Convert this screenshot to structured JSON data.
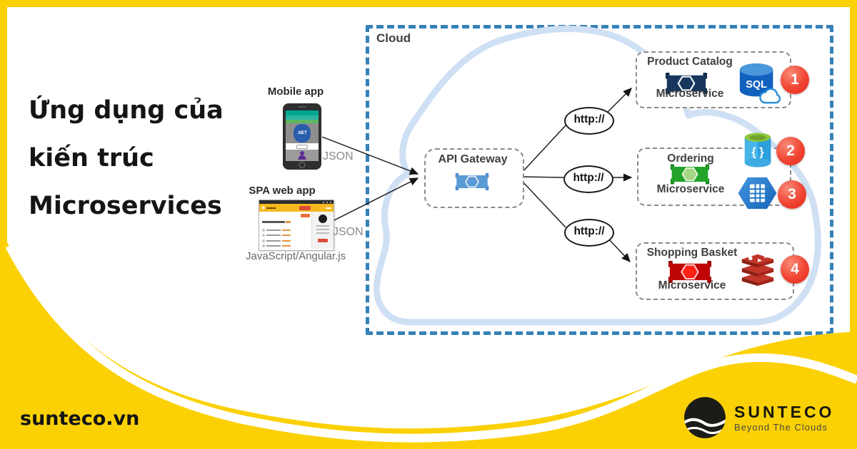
{
  "header": {
    "title_lines": [
      "Ứng dụng của",
      "kiến trúc",
      "Microservices"
    ]
  },
  "clients": {
    "mobile": {
      "label": "Mobile app",
      "data_label": "JSON",
      "screen_logo": ".NET"
    },
    "spa": {
      "label": "SPA web app",
      "data_label": "JSON",
      "caption": "JavaScript/Angular.js"
    }
  },
  "cloud": {
    "label": "Cloud"
  },
  "gateway": {
    "label": "API Gateway"
  },
  "routes": {
    "labels": [
      "http://",
      "http://",
      "http://"
    ]
  },
  "services": {
    "product_catalog": {
      "title": "Product Catalog",
      "subtitle": "Microservice",
      "badge": "1",
      "sql_label": "SQL"
    },
    "ordering": {
      "title": "Ordering",
      "subtitle": "Microservice",
      "badge_docdb": "2",
      "badge_table": "3",
      "braces_label": "{ }"
    },
    "shopping_basket": {
      "title": "Shopping Basket",
      "subtitle": "Microservice",
      "badge": "4"
    }
  },
  "footer": {
    "website": "sunteco.vn",
    "brand": "SUNTECO",
    "tagline": "Beyond The Clouds"
  },
  "colors": {
    "brand_yellow": "#FBD106",
    "cloud_border_blue": "#3581B8",
    "cloud_outline_blue": "#CFE0F4",
    "badge_red": "#EF3B2D",
    "gateway_blue": "#5B9BD5",
    "catalog_navy": "#17375E",
    "ordering_green": "#22A42A",
    "basket_red": "#C00505"
  }
}
